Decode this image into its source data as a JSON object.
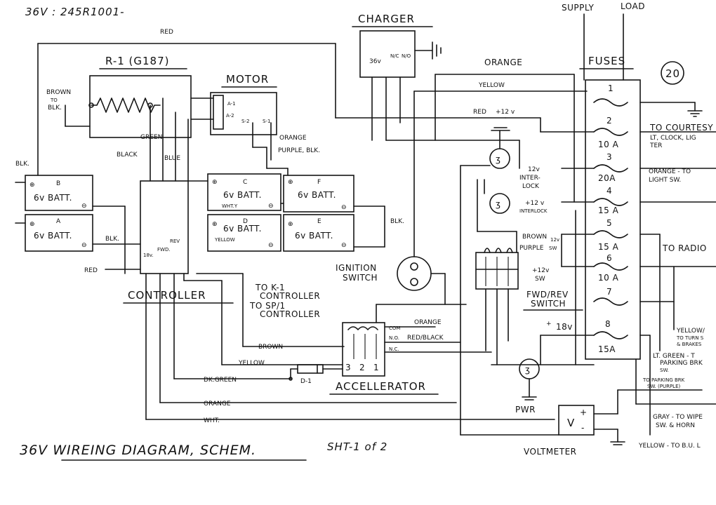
{
  "title": {
    "top_code": "36V : 245R1001-",
    "bottom": "36V WIREING DIAGRAM, SCHEM.",
    "sheet": "SHT-1 of 2",
    "page_circle": "20"
  },
  "top_labels": {
    "supply": "SUPPLY",
    "load": "LOAD",
    "red_top": "RED"
  },
  "components": {
    "charger": "CHARGER",
    "charger_volt": "36v",
    "charger_no": "N/C",
    "charger_nc": "N/O",
    "fuses": "FUSES",
    "resistor": "R-1 (G187)",
    "motor": "MOTOR",
    "motor_a1": "A-1",
    "motor_a2": "A-2",
    "motor_s2": "S-2",
    "motor_s1": "S-1",
    "controller": "CONTROLLER",
    "ctrl_18v": "18v.",
    "ctrl_fwd": "FWD.",
    "ctrl_rev": "REV",
    "accel": "ACCELLERATOR",
    "accel_3": "3",
    "accel_2": "2",
    "accel_1": "1",
    "accel_com": "COM",
    "accel_no": "N.O.",
    "accel_nc": "N.C.",
    "diode": "D-1",
    "ign": "IGNITION",
    "ign2": "SWITCH",
    "fwdrev": "FWD/REV",
    "fwdrev2": "SWITCH",
    "pwr": "PWR",
    "voltmeter": "VOLTMETER",
    "vm_v": "V",
    "vm_plus": "+",
    "vm_minus": "-"
  },
  "batteries": [
    {
      "letter": "B",
      "label": "6v BATT."
    },
    {
      "letter": "A",
      "label": "6v BATT."
    },
    {
      "letter": "C",
      "label": "6v BATT."
    },
    {
      "letter": "D",
      "label": "6v BATT."
    },
    {
      "letter": "F",
      "label": "6v BATT."
    },
    {
      "letter": "E",
      "label": "6v BATT."
    }
  ],
  "battery_notes": {
    "wht_y": "WHT.Y",
    "yellow": "YELLOW"
  },
  "fuses": [
    {
      "num": "1",
      "amp": ""
    },
    {
      "num": "2",
      "amp": "10 A"
    },
    {
      "num": "3",
      "amp": "20A"
    },
    {
      "num": "4",
      "amp": "15 A"
    },
    {
      "num": "5",
      "amp": "15 A"
    },
    {
      "num": "6",
      "amp": "10 A"
    },
    {
      "num": "7",
      "amp": ""
    },
    {
      "num": "8",
      "amp": "15A"
    }
  ],
  "wires": {
    "brown_to_blk": "BROWN",
    "brown_to_blk2": "TO",
    "brown_to_blk3": "BLK.",
    "green": "GREEN",
    "black": "BLACK",
    "blue": "BLUE",
    "orange_m": "ORANGE",
    "purple_blk": "PURPLE, BLK.",
    "blk_left": "BLK.",
    "blk_a": "BLK.",
    "blk_e": "BLK.",
    "red_left": "RED",
    "orange_top": "ORANGE",
    "yellow_top": "YELLOW",
    "red12": "RED",
    "red12v": "+12 v",
    "interlock12": "12v",
    "interlock12b": "INTER-",
    "interlock12c": "LOCK",
    "interlock_p": "+12 v",
    "interlock_p2": "INTERLOCK",
    "brown_r": "BROWN",
    "purple_r": "PURPLE",
    "sw12": "12v",
    "sw12b": "SW",
    "sw12p": "+12v",
    "sw12p2": "SW",
    "k1a": "TO K-1",
    "k1b": "CONTROLLER",
    "sp1a": "TO SP/1",
    "sp1b": "CONTROLLER",
    "orange_mid": "ORANGE",
    "red_black": "RED/BLACK",
    "brown_b": "BROWN",
    "yellow_b": "YELLOW",
    "dk_green": "DK.GREEN",
    "orange_b": "ORANGE",
    "wht_b": "WHT.",
    "plus18": "+",
    "plus18b": "18v"
  },
  "loads": {
    "courtesy": "TO COURTESY",
    "courtesy2": "LT, CLOCK, LIG",
    "courtesy3": "TER",
    "orange_light": "ORANGE - TO",
    "orange_light2": "LIGHT SW.",
    "radio": "TO RADIO",
    "yellow_turn": "YELLOW/",
    "yellow_turn2": "TO TURN S",
    "yellow_turn3": "& BRAKES",
    "ltgreen": "LT. GREEN - T",
    "ltgreen2": "PARKING BRK",
    "ltgreen3": "SW.",
    "parking": "TO PARKING BRK",
    "parking2": "SW. (PURPLE)",
    "gray": "GRAY - TO WIPE",
    "gray2": "SW. & HORN",
    "yellow_bu": "YELLOW - TO B.U. L"
  }
}
